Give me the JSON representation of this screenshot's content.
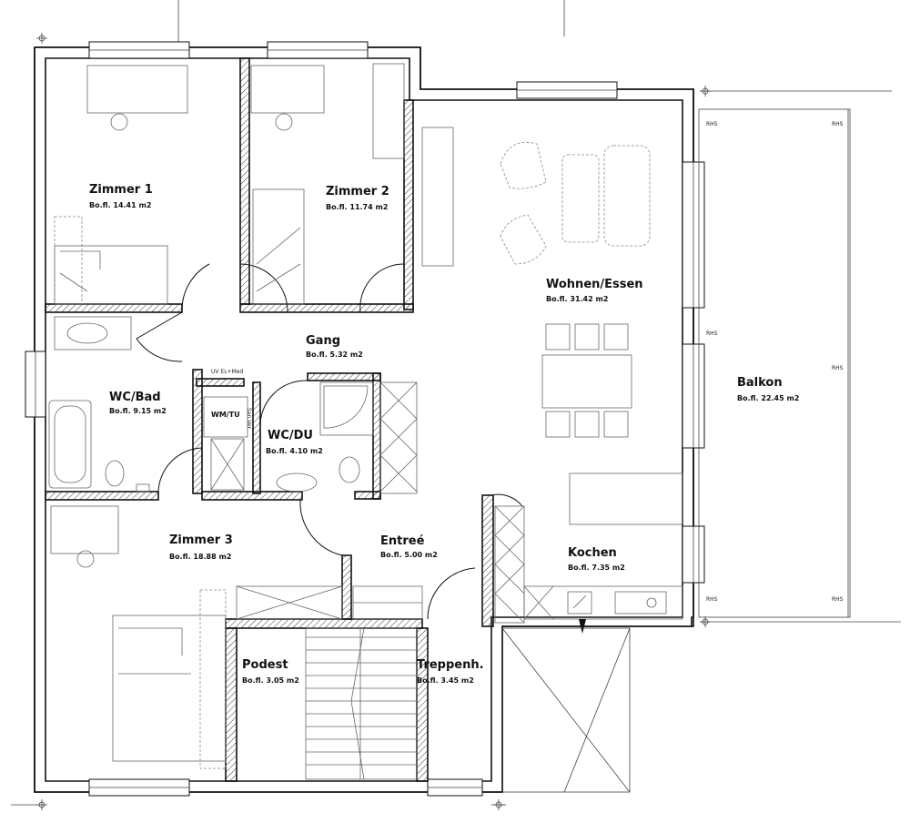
{
  "rooms": [
    {
      "key": "zimmer1",
      "name": "Zimmer 1",
      "area": "Bo.fl. 14.41 m2"
    },
    {
      "key": "zimmer2",
      "name": "Zimmer 2",
      "area": "Bo.fl. 11.74 m2"
    },
    {
      "key": "wohnen",
      "name": "Wohnen/Essen",
      "area": "Bo.fl. 31.42 m2"
    },
    {
      "key": "gang",
      "name": "Gang",
      "area": "Bo.fl. 5.32 m2"
    },
    {
      "key": "wcbad",
      "name": "WC/Bad",
      "area": "Bo.fl. 9.15 m2"
    },
    {
      "key": "wcdu",
      "name": "WC/DU",
      "area": "Bo.fl. 4.10 m2"
    },
    {
      "key": "balkon",
      "name": "Balkon",
      "area": "Bo.fl. 22.45 m2"
    },
    {
      "key": "zimmer3",
      "name": "Zimmer 3",
      "area": "Bo.fl. 18.88 m2"
    },
    {
      "key": "entree",
      "name": "Entreé",
      "area": "Bo.fl. 5.00 m2"
    },
    {
      "key": "kochen",
      "name": "Kochen",
      "area": "Bo.fl. 7.35 m2"
    },
    {
      "key": "podest",
      "name": "Podest",
      "area": "Bo.fl. 3.05 m2"
    },
    {
      "key": "treppenh",
      "name": "Treppenh.",
      "area": "Bo.fl. 3.45 m2"
    }
  ],
  "small_labels": {
    "uv": "UV EL+Med",
    "wmtu": "WM/TU",
    "san": "San.Ver.",
    "rhs": "RHS"
  }
}
